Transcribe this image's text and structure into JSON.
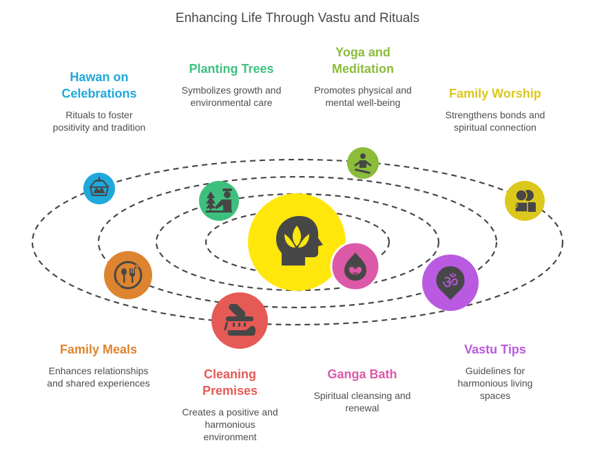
{
  "title": "Enhancing Life Through Vastu and Rituals",
  "center": {
    "icon": "head-lotus-icon",
    "color": "#FFE70C"
  },
  "orbit_style": {
    "stroke": "#474747"
  },
  "items": [
    {
      "key": "hawan",
      "title": "Hawan on Celebrations",
      "title_lines": [
        "Hawan on",
        "Celebrations"
      ],
      "description_lines": [
        "Rituals to foster",
        "positivity and tradition"
      ],
      "color": "#1FA8DA",
      "icon": "lantern-icon"
    },
    {
      "key": "planting",
      "title": "Planting Trees",
      "title_lines": [
        "Planting Trees"
      ],
      "description_lines": [
        "Symbolizes growth and",
        "environmental care"
      ],
      "color": "#3DC07E",
      "icon": "tree-planter-icon"
    },
    {
      "key": "yoga",
      "title": "Yoga and Meditation",
      "title_lines": [
        "Yoga and",
        "Meditation"
      ],
      "description_lines": [
        "Promotes physical and",
        "mental well-being"
      ],
      "color": "#8BBC3A",
      "icon": "meditation-icon"
    },
    {
      "key": "worship",
      "title": "Family Worship",
      "title_lines": [
        "Family Worship"
      ],
      "description_lines": [
        "Strengthens bonds and",
        "spiritual connection"
      ],
      "color": "#DCC81C",
      "icon": "family-icon"
    },
    {
      "key": "meals",
      "title": "Family Meals",
      "title_lines": [
        "Family Meals"
      ],
      "description_lines": [
        "Enhances relationships",
        "and shared experiences"
      ],
      "color": "#DE8430",
      "icon": "dining-icon"
    },
    {
      "key": "cleaning",
      "title": "Cleaning Premises",
      "title_lines": [
        "Cleaning",
        "Premises"
      ],
      "description_lines": [
        "Creates a positive and",
        "harmonious",
        "environment"
      ],
      "color": "#E55A55",
      "icon": "vacuum-cleaner-icon"
    },
    {
      "key": "ganga",
      "title": "Ganga Bath",
      "title_lines": [
        "Ganga Bath"
      ],
      "description_lines": [
        "Spiritual cleansing and",
        "renewal"
      ],
      "color": "#DC59A8",
      "icon": "water-drop-icon"
    },
    {
      "key": "vastu",
      "title": "Vastu Tips",
      "title_lines": [
        "Vastu Tips"
      ],
      "description_lines": [
        "Guidelines for",
        "harmonious living",
        "spaces"
      ],
      "color": "#B95AE0",
      "icon": "om-pin-icon"
    }
  ]
}
